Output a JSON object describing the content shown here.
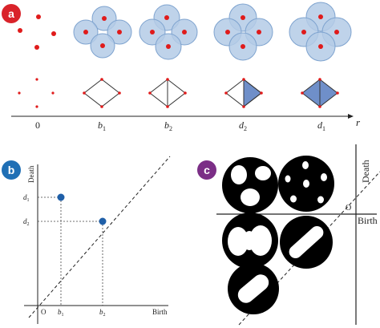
{
  "colors": {
    "badge_a": "#d9232a",
    "badge_b": "#1f6fb5",
    "badge_c": "#7b2e86",
    "point": "#e01b1b",
    "ball_fill": "#b4cbe6",
    "ball_stroke": "#7ea3cf",
    "triangle_fill": "#6f8fc9",
    "diagram_point": "#1f5fa8"
  },
  "panel_a": {
    "badge": "a",
    "axis_label": "r",
    "stages": [
      {
        "label": "0"
      },
      {
        "label_main": "b",
        "label_sub": "1"
      },
      {
        "label_main": "b",
        "label_sub": "2"
      },
      {
        "label_main": "d",
        "label_sub": "2"
      },
      {
        "label_main": "d",
        "label_sub": "1"
      }
    ]
  },
  "panel_b": {
    "badge": "b",
    "y_axis_label": "Death",
    "x_axis_label": "Birth",
    "origin_label": "O",
    "x_ticks": [
      {
        "main": "b",
        "sub": "1"
      },
      {
        "main": "b",
        "sub": "2"
      }
    ],
    "y_ticks": [
      {
        "main": "d",
        "sub": "1"
      },
      {
        "main": "d",
        "sub": "2"
      }
    ],
    "points": [
      {
        "name": "b1-d1"
      },
      {
        "name": "b2-d2"
      }
    ]
  },
  "panel_c": {
    "badge": "c",
    "y_axis_label": "Death",
    "x_axis_label": "Birth",
    "origin_label": "O"
  }
}
